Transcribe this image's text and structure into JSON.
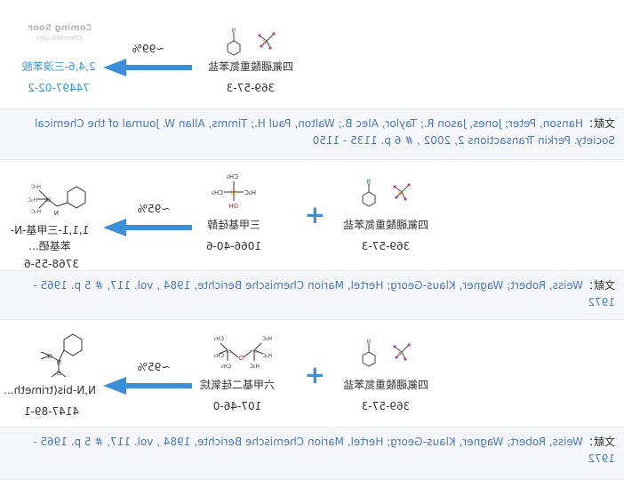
{
  "reactions": [
    {
      "reactant": {
        "name": "2,4,6-三溴苯胺",
        "cas": "74497-02-2",
        "image_text": [
          "Coming Soon",
          "Chem960.com"
        ]
      },
      "yield": "~99%",
      "products": [
        {
          "name": "四氟硼酸重氮苯盐",
          "cas": "369-57-3"
        }
      ],
      "reference": {
        "label": "文献：",
        "text": "Hanson, Peter; Jones, Jason R.; Taylor, Alec B.; Walton, Paul H.; Timms, Allan W. Journal of the Chemical Society. Perkin Transactions 2, 2002 , # 6 p. 1135 - 1150"
      }
    },
    {
      "reactant": {
        "name": "1,1,1-三甲基-N-苯基硒...",
        "cas": "3768-55-6"
      },
      "yield": "~95%",
      "products": [
        {
          "name": "三甲基硅醇",
          "cas": "1066-40-6"
        },
        {
          "name": "四氟硼酸重氮苯盐",
          "cas": "369-57-3"
        }
      ],
      "reference": {
        "label": "文献：",
        "text": "Weiss, Robert; Wagner, Klaus-Georg; Hertel, Marion Chemische Berichte, 1984 , vol. 117, # 5 p. 1965 - 1972"
      }
    },
    {
      "reactant": {
        "name": "N,N-bis(trimeth...",
        "cas": "4147-89-1"
      },
      "yield": "~95%",
      "products": [
        {
          "name": "六甲基二硅氧烷",
          "cas": "107-46-0"
        },
        {
          "name": "四氟硼酸重氮苯盐",
          "cas": "369-57-3"
        }
      ],
      "reference": {
        "label": "文献：",
        "text": "Weiss, Robert; Wagner, Klaus-Georg; Hertel, Marion Chemische Berichte, 1984 , vol. 117, # 5 p. 1965 - 1972"
      }
    }
  ],
  "plus_sign": "+",
  "atom_labels": {
    "H3C": "H₃C",
    "CH3": "CH₃",
    "OH": "OH",
    "Si": "Si",
    "O": "O",
    "N": "N",
    "B": "B"
  },
  "colors": {
    "arrow": "#3a8fd8",
    "link": "#3b97d9",
    "ref_text": "#4a7ab8",
    "ref_bg": "#f5f7fa"
  }
}
